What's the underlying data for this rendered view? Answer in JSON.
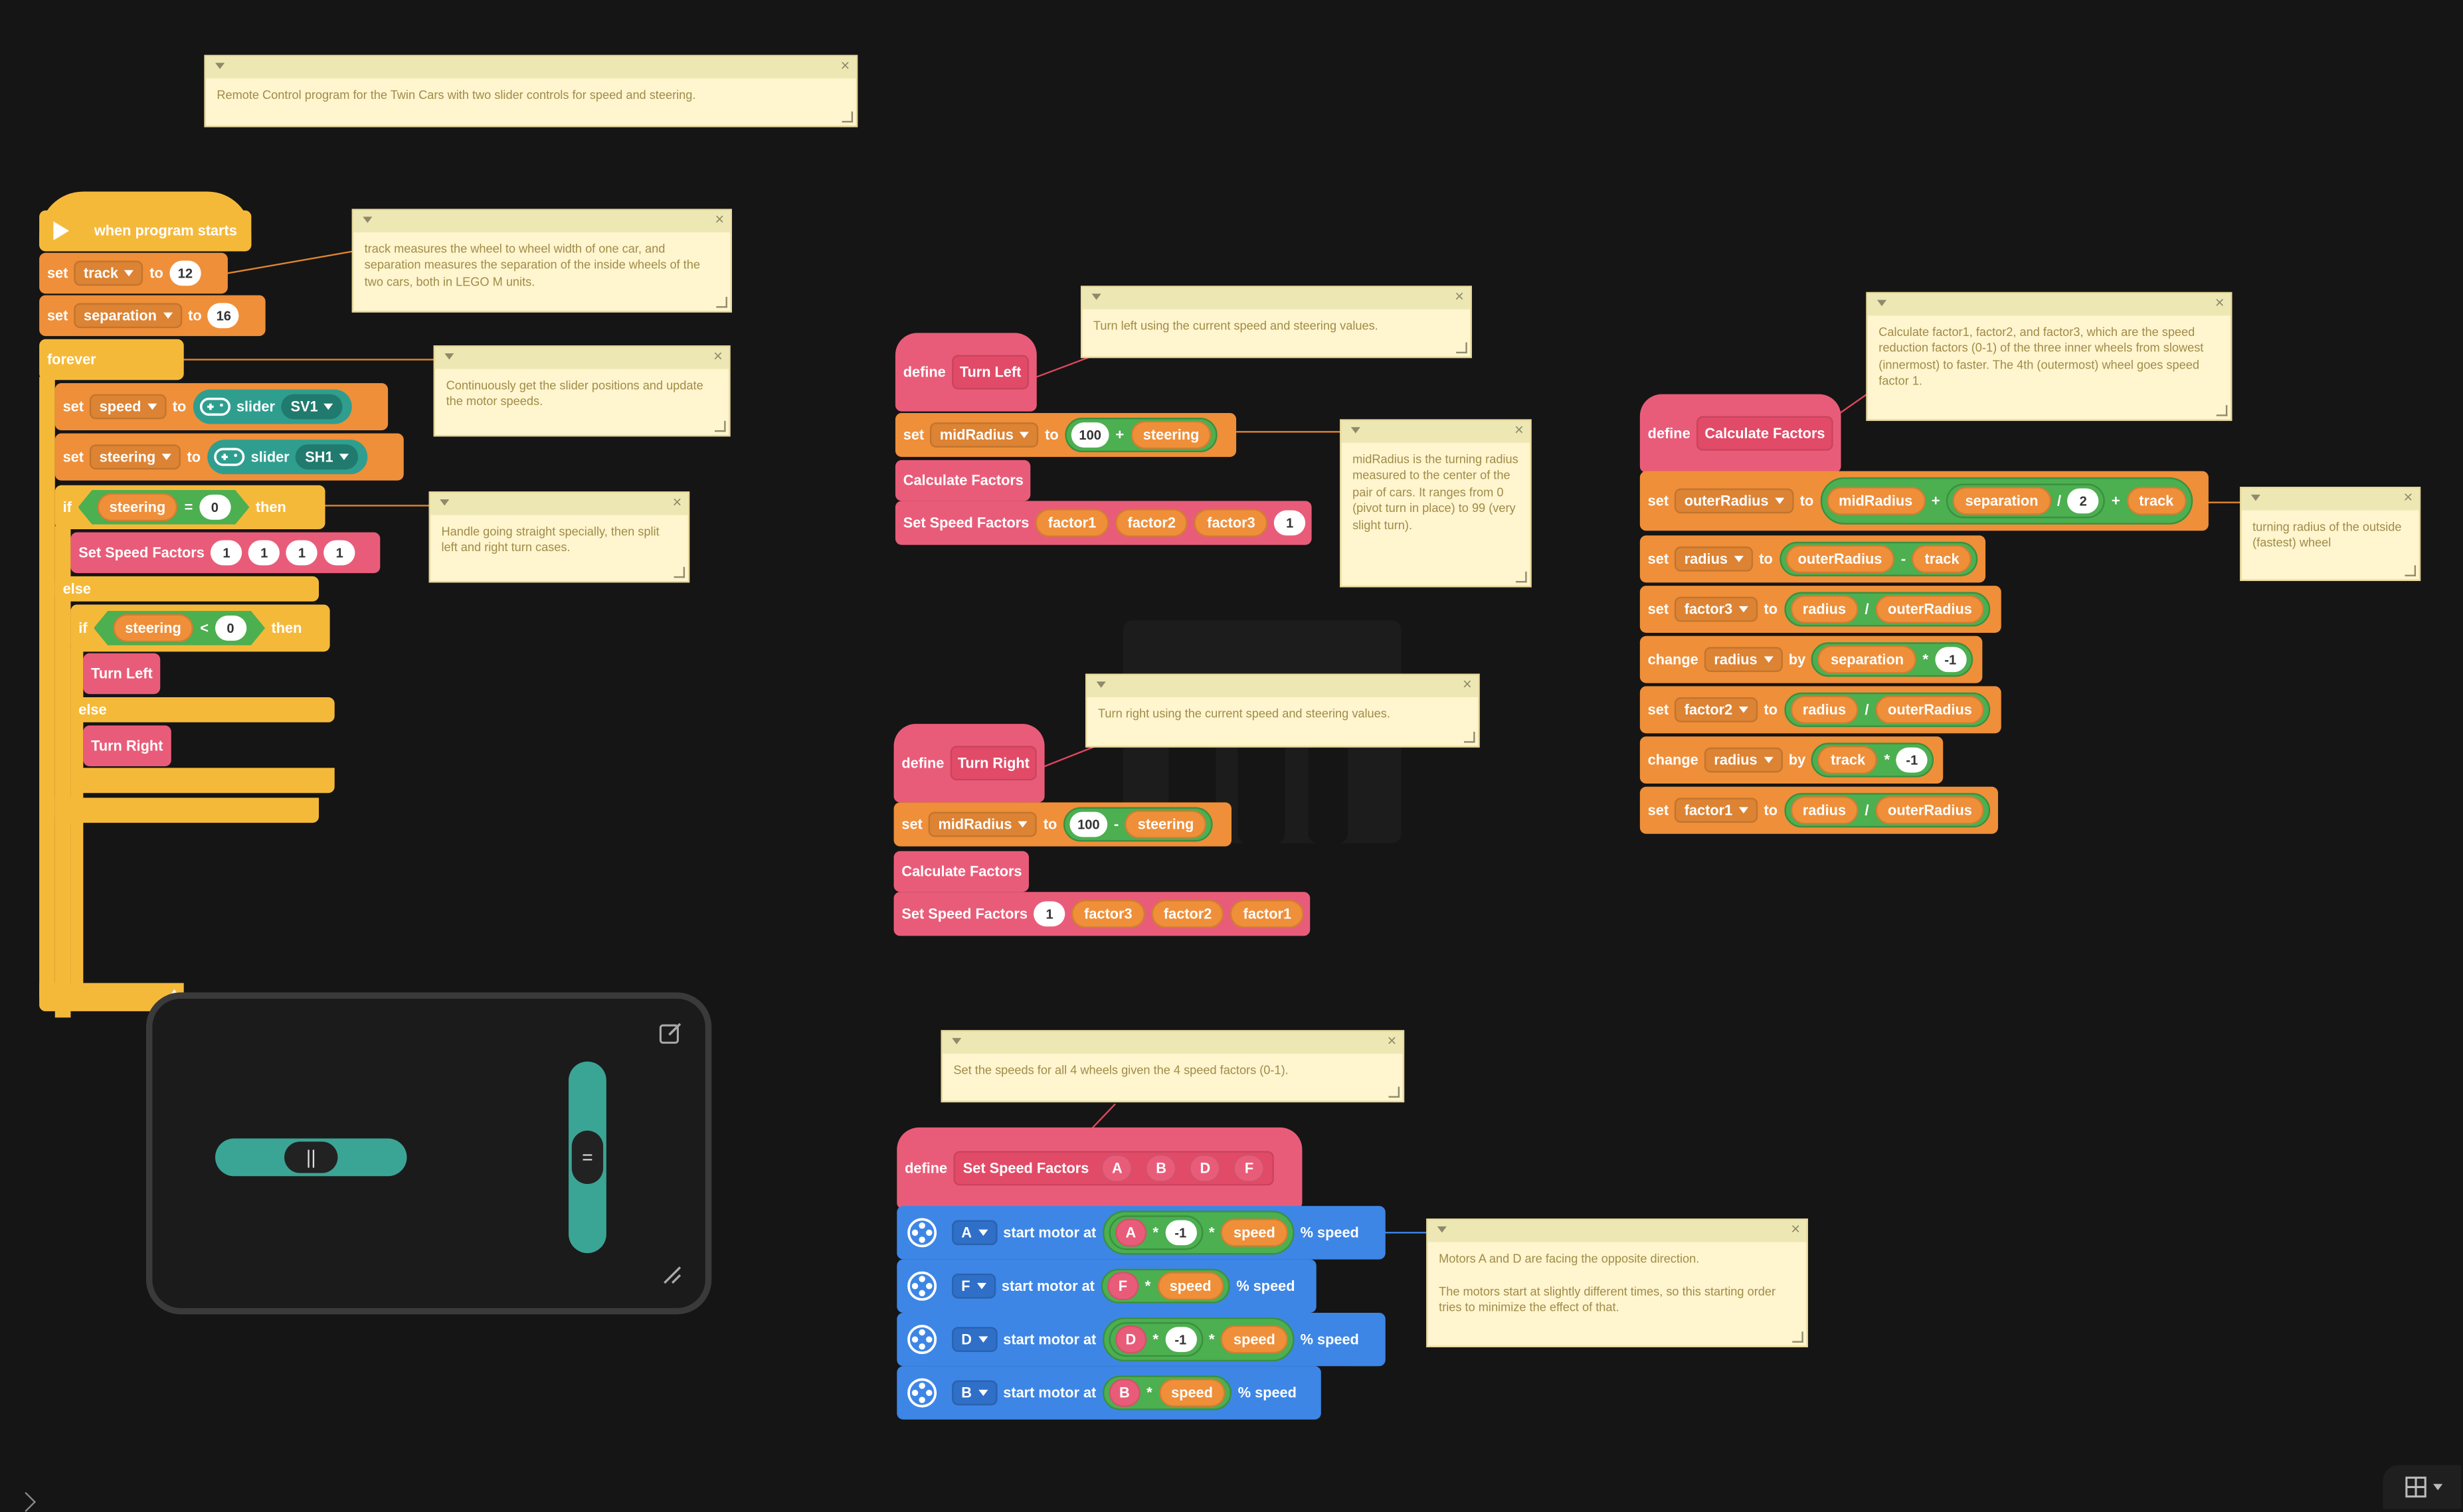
{
  "notes": {
    "n1": "Remote Control program for the Twin Cars with two slider controls for speed and steering.",
    "n2": "track measures the wheel to wheel width of one car, and separation measures the separation of the inside wheels of the two cars, both in LEGO M units.",
    "n3": "Continuously get the slider positions and update the motor speeds.",
    "n4": "Handle going straight specially, then split left and right turn cases.",
    "n5": "Turn left using the current speed and steering values.",
    "n6": "midRadius is the turning radius measured to the center of the pair of cars. It ranges from 0 (pivot turn in place) to 99 (very slight turn).",
    "n7": "Calculate factor1, factor2, and factor3, which are the speed reduction factors (0-1) of the three inner wheels from slowest (innermost) to faster. The 4th (outermost) wheel goes speed factor 1.",
    "n8": "turning radius of the outside (fastest) wheel",
    "n9": "Turn right using the current speed and steering values.",
    "n10": "Set the speeds for all 4 wheels given the 4 speed factors (0-1).",
    "n11": "Motors A and D are facing the opposite direction.\n\nThe motors start at slightly different times, so this starting order tries to minimize the effect of that."
  },
  "main": {
    "hat": "when program starts",
    "set": "set",
    "to": "to",
    "track": "track",
    "v12": "12",
    "separation": "separation",
    "v16": "16",
    "forever": "forever",
    "speed": "speed",
    "slider": "slider",
    "sv1": "SV1",
    "steering": "steering",
    "sh1": "SH1",
    "if": "if",
    "eq": "=",
    "lt": "<",
    "zero": "0",
    "then": "then",
    "ssf": "Set Speed Factors",
    "one": "1",
    "else": "else",
    "turn_left": "Turn Left",
    "turn_right": "Turn Right"
  },
  "left": {
    "define": "define",
    "name": "Turn Left",
    "set": "set",
    "midRadius": "midRadius",
    "to": "to",
    "hundred": "100",
    "plus": "+",
    "steering": "steering",
    "calc": "Calculate Factors",
    "ssf": "Set Speed Factors",
    "f1": "factor1",
    "f2": "factor2",
    "f3": "factor3",
    "one": "1"
  },
  "right": {
    "define": "define",
    "name": "Turn Right",
    "set": "set",
    "midRadius": "midRadius",
    "to": "to",
    "hundred": "100",
    "minus": "-",
    "steering": "steering",
    "calc": "Calculate Factors",
    "ssf": "Set Speed Factors",
    "one": "1",
    "f3": "factor3",
    "f2": "factor2",
    "f1": "factor1"
  },
  "calc": {
    "define": "define",
    "name": "Calculate Factors",
    "set": "set",
    "change": "change",
    "to": "to",
    "by": "by",
    "outerRadius": "outerRadius",
    "midRadius": "midRadius",
    "separation": "separation",
    "two": "2",
    "track": "track",
    "radius": "radius",
    "factor1": "factor1",
    "factor2": "factor2",
    "factor3": "factor3",
    "neg1": "-1",
    "plus": "+",
    "minus": "-",
    "div": "/",
    "mul": "*"
  },
  "speed": {
    "define": "define",
    "name": "Set Speed Factors",
    "A": "A",
    "B": "B",
    "D": "D",
    "F": "F",
    "start": "start motor at",
    "pct": "% speed",
    "neg1": "-1",
    "mul": "*",
    "speed": "speed"
  },
  "remote": {
    "h_thumb": "||",
    "v_thumb": "="
  },
  "colors": {
    "event": "#f5b93a",
    "variables": "#ef8f39",
    "myblocks": "#e95c79",
    "motors": "#3d86e6",
    "operators": "#4caf50",
    "sensors": "#2f9e8f"
  }
}
